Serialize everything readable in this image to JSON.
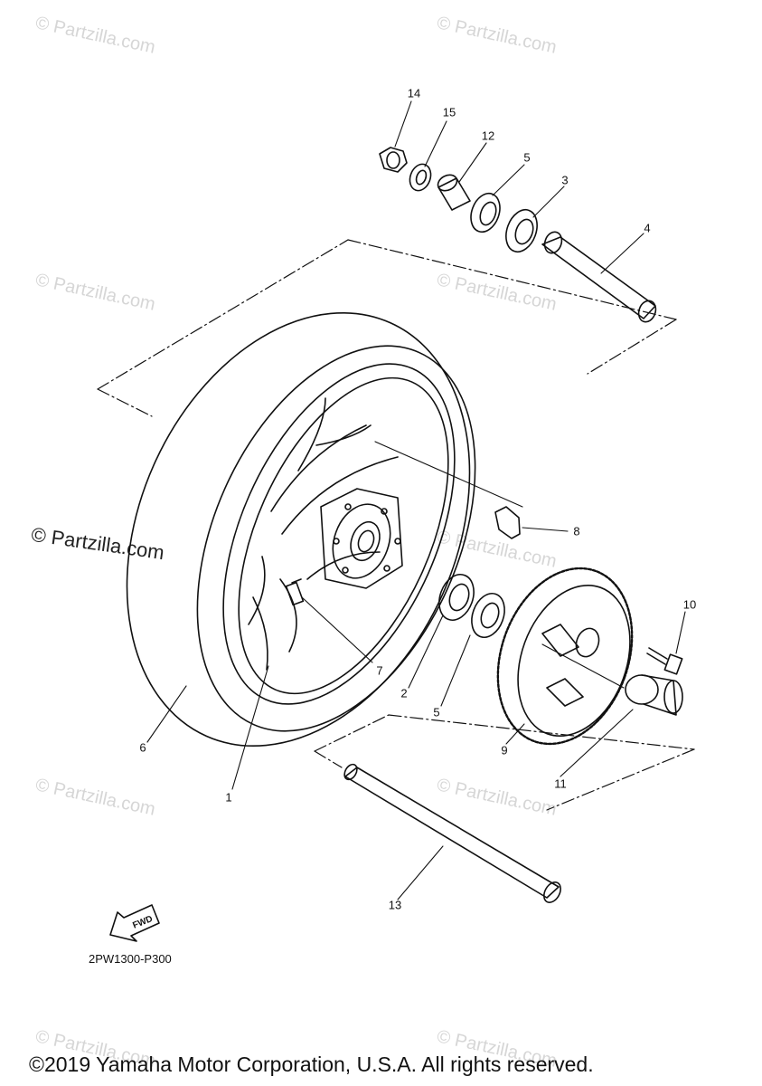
{
  "watermarks": {
    "text": "© Partzilla.com",
    "prominent": "© Partzilla.com"
  },
  "callouts": [
    {
      "id": "14",
      "label": "14"
    },
    {
      "id": "15",
      "label": "15"
    },
    {
      "id": "12",
      "label": "12"
    },
    {
      "id": "5a",
      "label": "5"
    },
    {
      "id": "3",
      "label": "3"
    },
    {
      "id": "4",
      "label": "4"
    },
    {
      "id": "8",
      "label": "8"
    },
    {
      "id": "10",
      "label": "10"
    },
    {
      "id": "7",
      "label": "7"
    },
    {
      "id": "2",
      "label": "2"
    },
    {
      "id": "5b",
      "label": "5"
    },
    {
      "id": "9",
      "label": "9"
    },
    {
      "id": "11",
      "label": "11"
    },
    {
      "id": "6",
      "label": "6"
    },
    {
      "id": "1",
      "label": "1"
    },
    {
      "id": "13",
      "label": "13"
    }
  ],
  "fwd_arrow": {
    "label": "FWD"
  },
  "diagram_code": "2PW1300-P300",
  "copyright": "©2019 Yamaha Motor Corporation, U.S.A. All rights reserved.",
  "colors": {
    "line": "#111111",
    "watermark": "#d6d6d6",
    "background": "#ffffff"
  }
}
